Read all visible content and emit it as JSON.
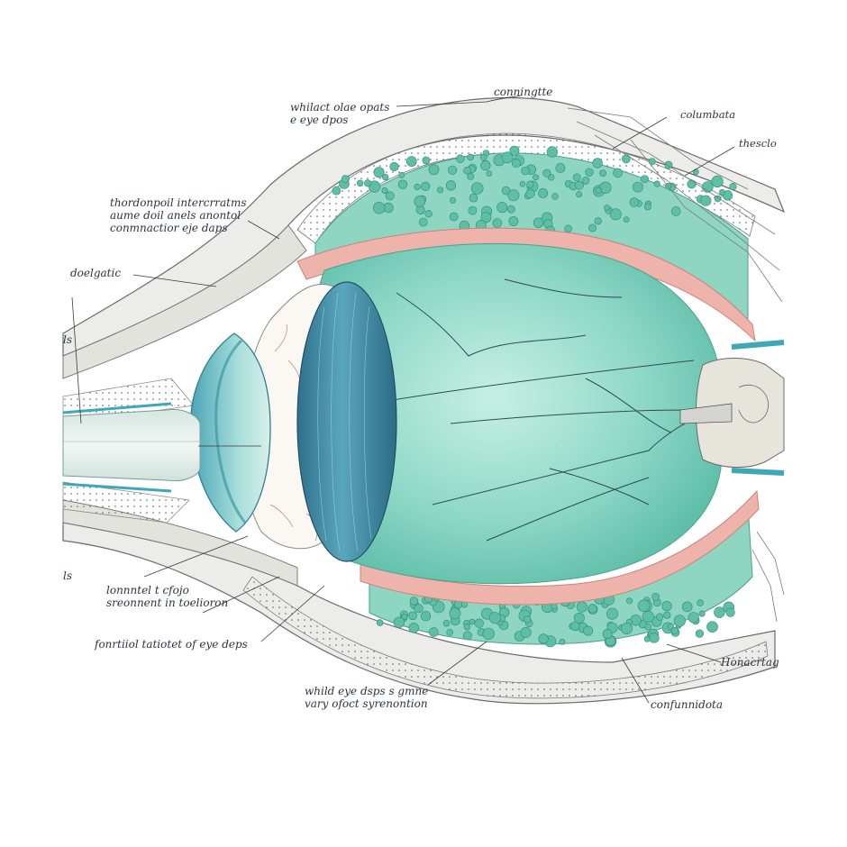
{
  "diagram": {
    "labels": [
      {
        "id": "top-left",
        "lines": [
          "whilact olae opats",
          "e eye dpos"
        ]
      },
      {
        "id": "top-center",
        "lines": [
          "conningtte"
        ]
      },
      {
        "id": "top-right-1",
        "lines": [
          "columbata"
        ]
      },
      {
        "id": "top-right-2",
        "lines": [
          "thesclo"
        ]
      },
      {
        "id": "upper-left",
        "lines": [
          "thordonpoil intercrratms",
          "aume doil anels anontol",
          "conmnactior eje daps"
        ]
      },
      {
        "id": "mid-left",
        "lines": [
          "doelgatic"
        ]
      },
      {
        "id": "left-edge",
        "lines": [
          "ls"
        ]
      },
      {
        "id": "left-lower-edge",
        "lines": [
          "ls"
        ]
      },
      {
        "id": "lower-left-1",
        "lines": [
          "lonnntel t cfojo",
          "sreonnent in toelioron"
        ]
      },
      {
        "id": "lower-left-2",
        "lines": [
          "fonrtiiol tatiotet of eye deps"
        ]
      },
      {
        "id": "bottom-center",
        "lines": [
          "whild eye dsps s gmne",
          "vary ofoct syrenontion"
        ]
      },
      {
        "id": "bottom-right-1",
        "lines": [
          "Honacrtag"
        ]
      },
      {
        "id": "bottom-right-2",
        "lines": [
          "confunnidota"
        ]
      }
    ],
    "colors": {
      "sclera_gray": "#e2e2de",
      "fat_green": "#6cc9b2",
      "muscle_pink": "#e8a9a0",
      "vitreous_teal": "#8fd8c6",
      "lens_blue": "#3f8fa8",
      "cornea_teal": "#7cc7c6",
      "ink": "#2b3440"
    }
  }
}
